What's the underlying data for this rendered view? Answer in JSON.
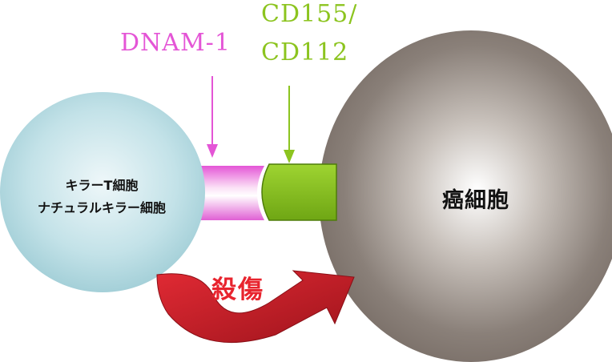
{
  "labels": {
    "receptor": "DNAM-1",
    "ligand_line1": "CD155/",
    "ligand_line2": "CD112",
    "immune_cell_line1": "キラーT細胞",
    "immune_cell_line2": "ナチュラルキラー細胞",
    "cancer_cell": "癌細胞",
    "action": "殺傷"
  },
  "colors": {
    "receptor": "#e455d6",
    "ligand": "#8cc41f",
    "immune_cell": "#a8d4dc",
    "cancer_cell": "#7e7268",
    "action_arrow": "#d41f2b"
  }
}
